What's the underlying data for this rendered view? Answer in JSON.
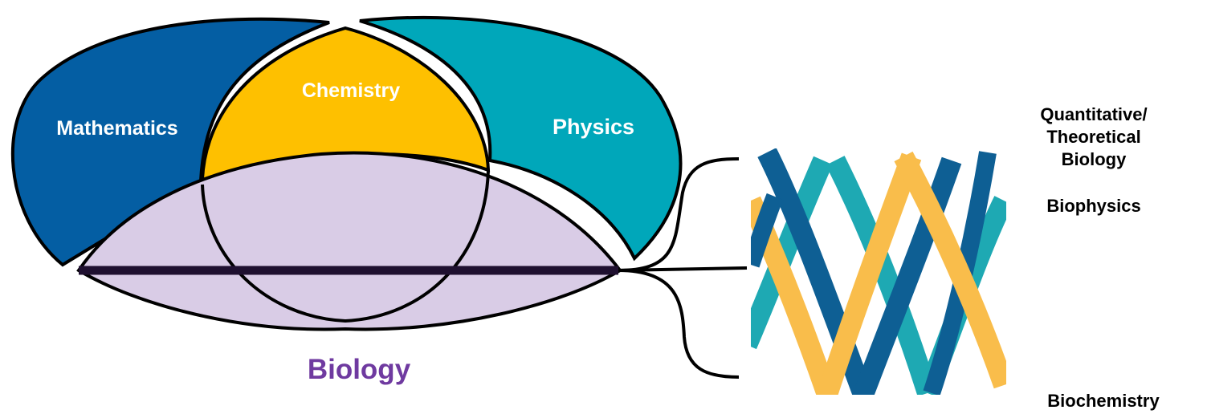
{
  "diagram": {
    "labels": {
      "mathematics": "Mathematics",
      "chemistry": "Chemistry",
      "physics": "Physics",
      "biology": "Biology"
    },
    "side_labels": {
      "quantitative_line1": "Quantitative/",
      "quantitative_line2": "Theoretical",
      "quantitative_line3": "Biology",
      "biophysics": "Biophysics",
      "biochemistry": "Biochemistry"
    },
    "colors": {
      "mathematics": "#045ea3",
      "chemistry": "#fec000",
      "physics": "#00a7ba",
      "biology": "#d9cce6",
      "biology_text": "#6f3aa0",
      "divider": "#1f1030",
      "helix_gold": "#f9bd4b",
      "helix_teal": "#1ea9b3",
      "helix_navy": "#0e5f94"
    }
  }
}
